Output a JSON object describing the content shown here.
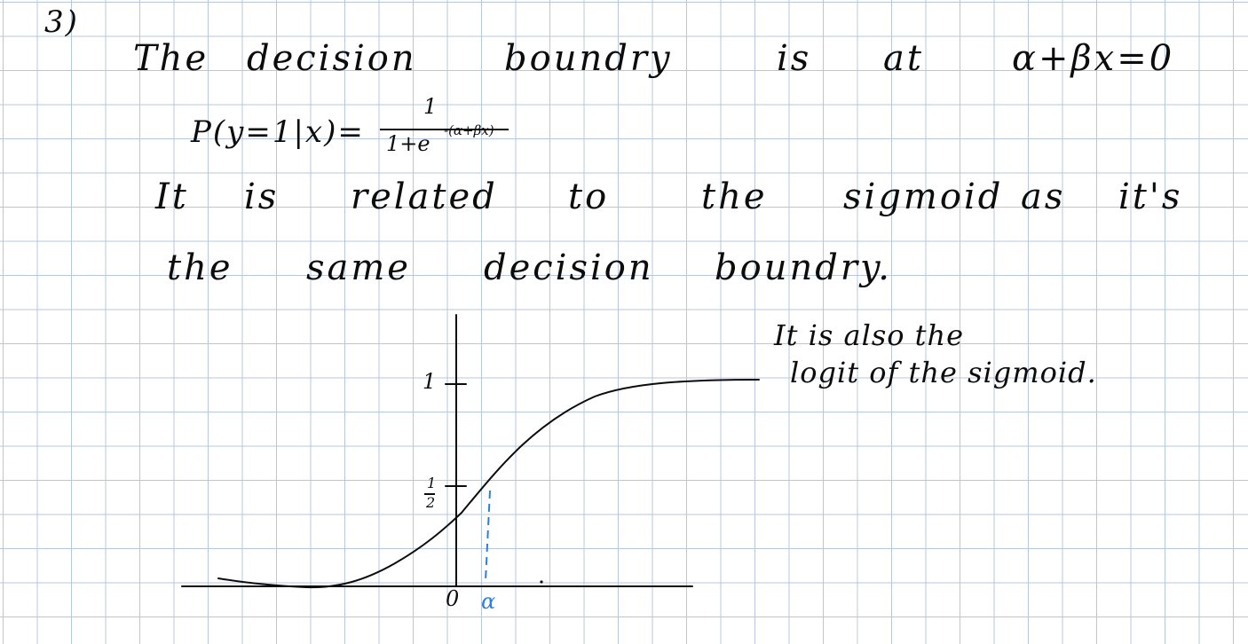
{
  "question_number": "3)",
  "line1": {
    "words": [
      "The",
      "decision",
      "boundry",
      "is",
      "at"
    ],
    "equation": "α+βx=0"
  },
  "formula": {
    "lhs": "P(y=1|x)=",
    "numerator": "1",
    "denominator_base": "1+e",
    "exponent": "-(α+βx)"
  },
  "line3": {
    "words": [
      "It",
      "is",
      "related",
      "to",
      "the",
      "sigmoid",
      "as",
      "it's"
    ]
  },
  "line4": {
    "words": [
      "the",
      "same",
      "decision",
      "boundry."
    ]
  },
  "note": {
    "line1": "It is also the",
    "line2": "logit of the sigmoid."
  },
  "graph": {
    "y_tick_one": "1",
    "y_tick_half_num": "1",
    "y_tick_half_den": "2",
    "origin_label": "0",
    "alpha_label": "α",
    "colors": {
      "ink": "#0c0c0c",
      "dashed": "#2a7fe0",
      "grid": "#b7c7dc"
    }
  }
}
